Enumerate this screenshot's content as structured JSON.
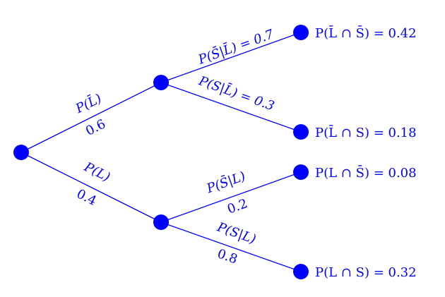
{
  "colors": {
    "accent": "#0000ff",
    "background": "#ffffff"
  },
  "branches": {
    "root_to_upper": {
      "label": "P(L̄)",
      "prob": "0.6"
    },
    "root_to_lower": {
      "label": "P(L)",
      "prob": "0.4"
    },
    "upper_to_top": {
      "label": "P(S̄|L̄) = 0.7"
    },
    "upper_to_second": {
      "label": "P(S|L̄) = 0.3"
    },
    "lower_to_third": {
      "label": "P(S̄|L)",
      "prob": "0.2"
    },
    "lower_to_bottom": {
      "label": "P(S|L)",
      "prob": "0.8"
    }
  },
  "outcomes": [
    {
      "label": "P(L̄ ∩ S̄) = 0.42"
    },
    {
      "label": "P(L̄ ∩ S) = 0.18"
    },
    {
      "label": "P(L ∩ S̄) = 0.08"
    },
    {
      "label": "P(L ∩ S) = 0.32"
    }
  ]
}
